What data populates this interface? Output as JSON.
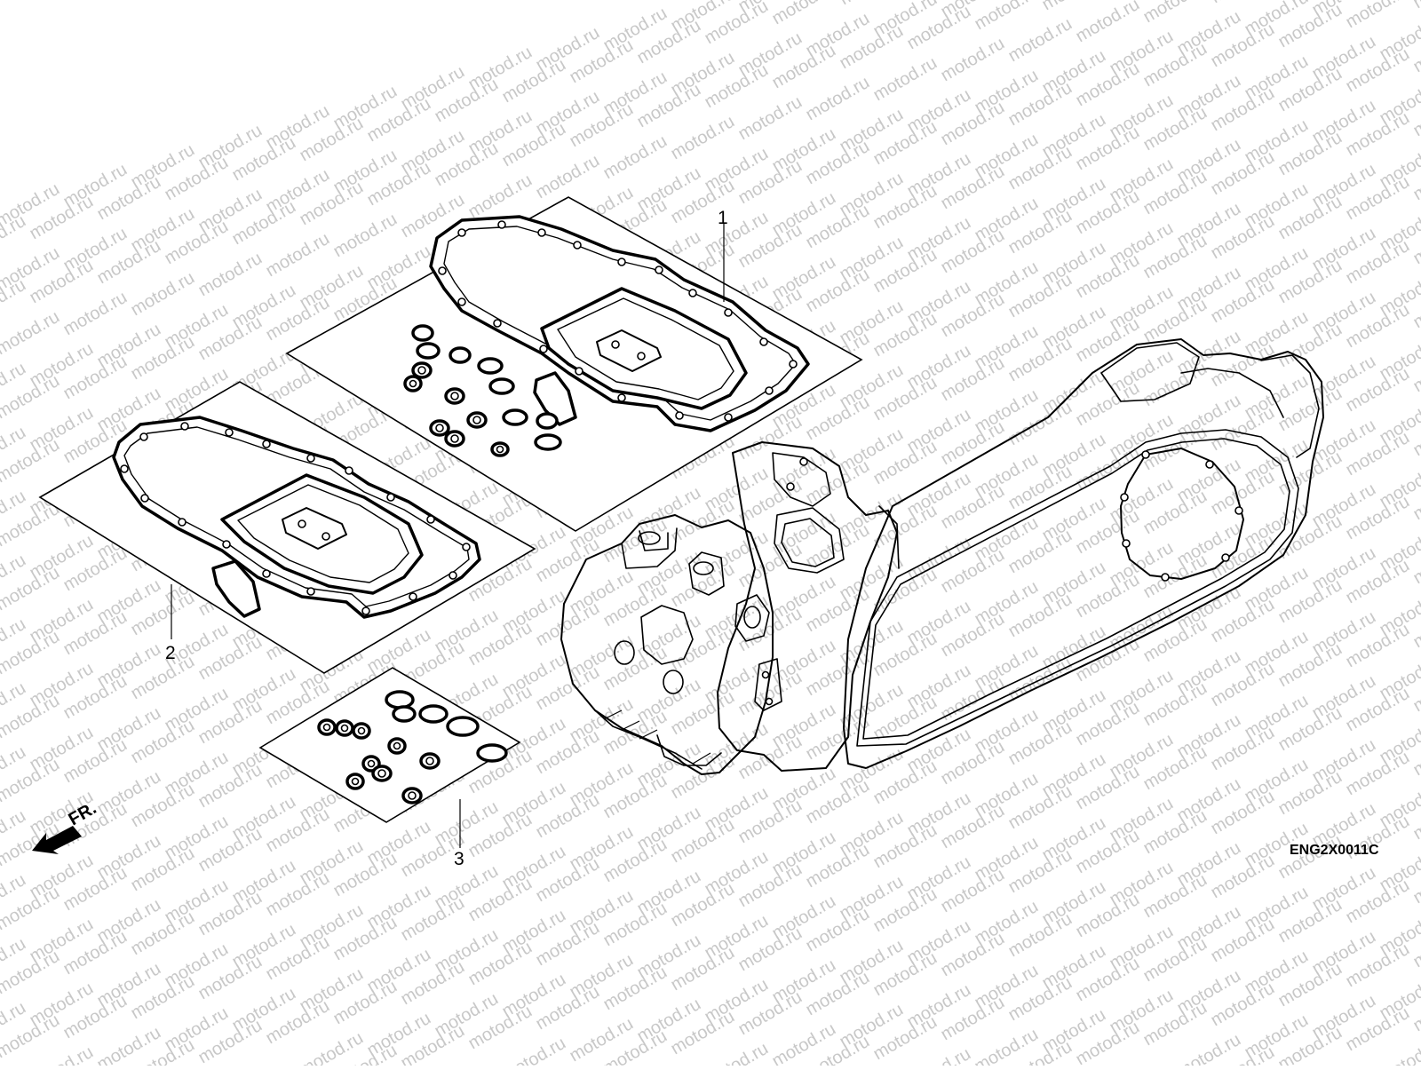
{
  "watermark": "motod.ru",
  "callouts": [
    {
      "number": "1"
    },
    {
      "number": "2"
    },
    {
      "number": "3"
    }
  ],
  "direction_marker": {
    "label": "FR.",
    "icon": "arrow-left-down-icon"
  },
  "diagram_code": "ENG2X0011C"
}
